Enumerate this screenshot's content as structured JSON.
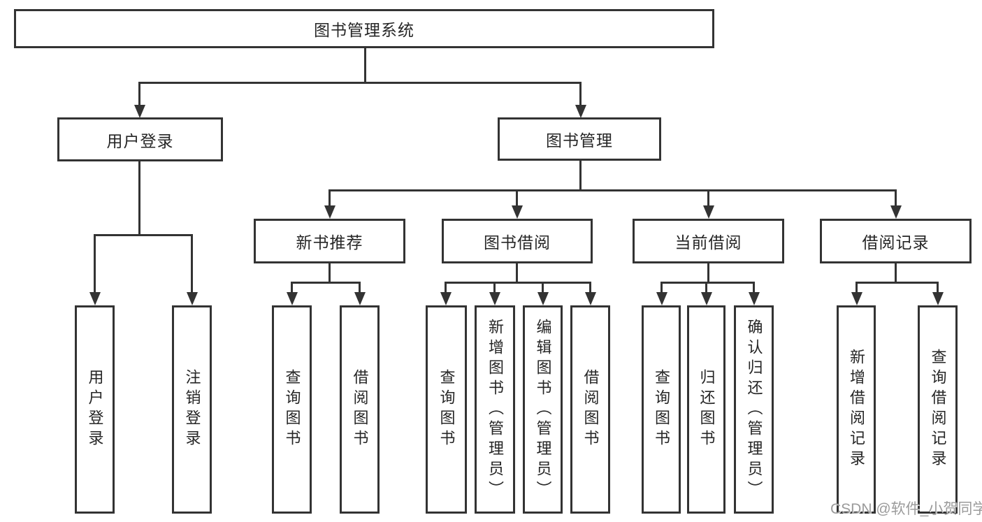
{
  "diagram": {
    "title": "图书管理系统",
    "branches": [
      {
        "label": "用户登录",
        "children": [
          "用户登录",
          "注销登录"
        ]
      },
      {
        "label": "图书管理",
        "sections": [
          {
            "label": "新书推荐",
            "children": [
              "查询图书",
              "借阅图书"
            ]
          },
          {
            "label": "图书借阅",
            "children": [
              "查询图书",
              "新增图书（管理员）",
              "编辑图书（管理员）",
              "借阅图书"
            ]
          },
          {
            "label": "当前借阅",
            "children": [
              "查询图书",
              "归还图书",
              "确认归还（管理员）"
            ]
          },
          {
            "label": "借阅记录",
            "children": [
              "新增借阅记录",
              "查询借阅记录"
            ]
          }
        ]
      }
    ]
  },
  "watermark": "CSDN @软件_小贺同学",
  "colors": {
    "line": "#333333",
    "text": "#262626",
    "watermark": "#9b9b9b",
    "bg": "#ffffff"
  }
}
